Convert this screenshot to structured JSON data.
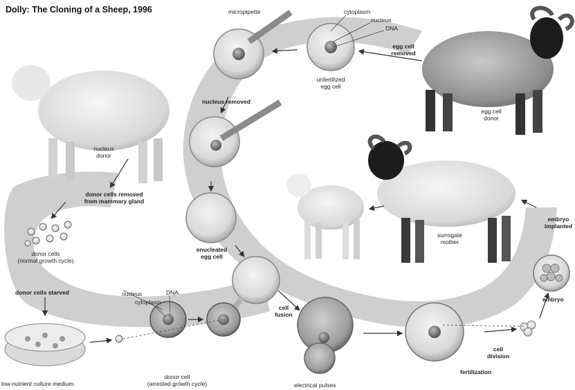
{
  "title": "Dolly: The Cloning of a Sheep, 1996",
  "labels": {
    "micropipette": "micropipette",
    "cytoplasm_top": "cytoplasm",
    "nucleus_top": "nucleus",
    "dna_top": "DNA",
    "egg_removed_1": "egg cell",
    "egg_removed_2": "removed",
    "unfertilized_1": "unfertilized",
    "unfertilized_2": "egg cell",
    "egg_donor_1": "egg cell",
    "egg_donor_2": "donor",
    "nucleus_removed": "nucleus removed",
    "nucleus_donor_1": "nucleus",
    "nucleus_donor_2": "donor",
    "donor_removed_1": "donor cells removed",
    "donor_removed_2": "from mammary gland",
    "donor_cells_1": "donor cells",
    "donor_cells_2": "(normal growth cycle)",
    "donor_starved": "donor cells starved",
    "culture": "low-nutrient culture medium",
    "cytoplasm_low": "cytoplasm",
    "nucleus_low": "nucleus",
    "dna_low": "DNA",
    "donor_cell_1": "donor cell",
    "donor_cell_2": "(arrested growth cycle)",
    "enucleated_1": "enucleated",
    "enucleated_2": "egg cell",
    "cell_fusion_1": "cell",
    "cell_fusion_2": "fusion",
    "electrical": "electrical pulses",
    "fertilization": "fertilization",
    "cell_division_1": "cell",
    "cell_division_2": "division",
    "embryo": "embryo",
    "embryo_implanted_1": "embryo",
    "embryo_implanted_2": "implanted",
    "surrogate_1": "surrogate",
    "surrogate_2": "mother"
  }
}
